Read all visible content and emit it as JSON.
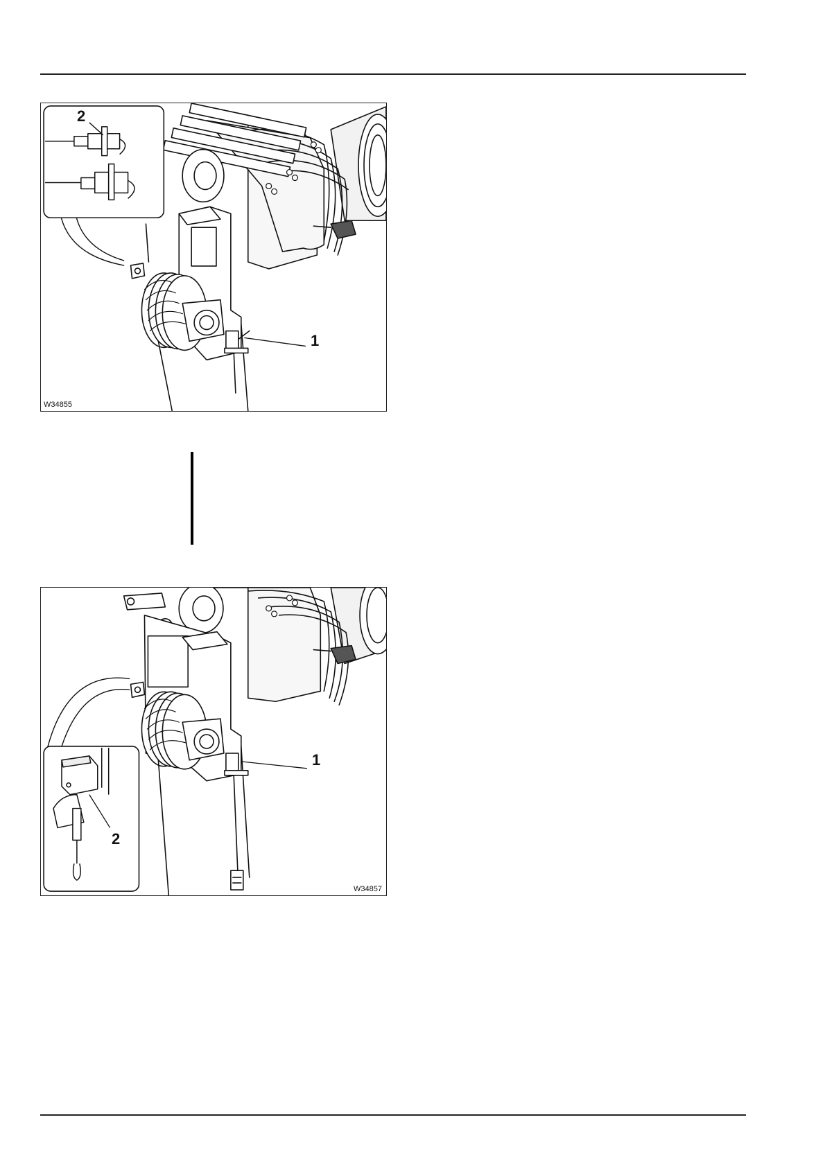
{
  "figures": [
    {
      "id": "W34855",
      "callouts": {
        "first": "1",
        "second": "2"
      }
    },
    {
      "id": "W34857",
      "callouts": {
        "first": "1",
        "second": "2"
      }
    }
  ]
}
